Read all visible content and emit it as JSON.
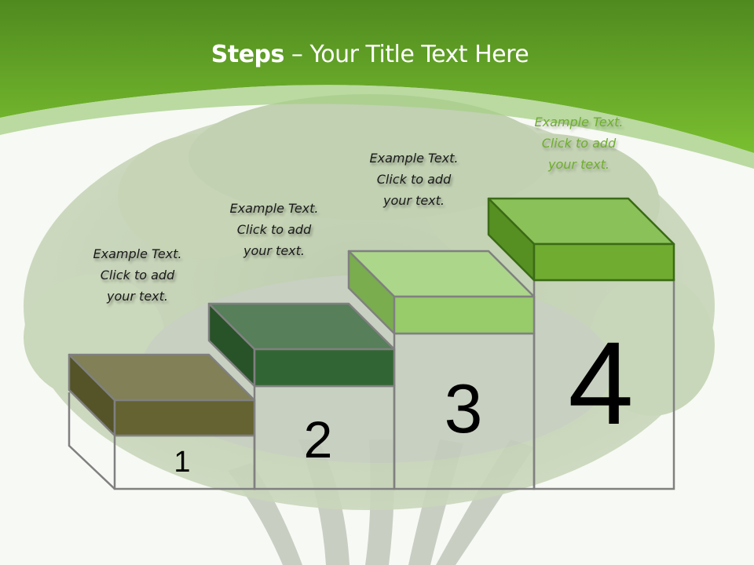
{
  "title": {
    "bold": "Steps",
    "rest": " – Your Title Text Here"
  },
  "steps": [
    {
      "number": "1",
      "caption": [
        "Example Text.",
        "Click  to add",
        "your text."
      ],
      "colors": {
        "top": "#818056",
        "front": "#646331",
        "side": "#545428",
        "stroke": "#808080"
      }
    },
    {
      "number": "2",
      "caption": [
        "Example Text.",
        "Click  to add",
        "your text."
      ],
      "colors": {
        "top": "#567f5a",
        "front": "#326534",
        "side": "#285228",
        "stroke": "#808080"
      }
    },
    {
      "number": "3",
      "caption": [
        "Example Text.",
        "Click  to add",
        "your text."
      ],
      "colors": {
        "top": "#acd68a",
        "front": "#98cb6a",
        "side": "#7aad4e",
        "stroke": "#808080"
      }
    },
    {
      "number": "4",
      "caption": [
        "Example Text.",
        "Click  to add",
        "your text."
      ],
      "colors": {
        "top": "#8bc159",
        "front": "#70ac30",
        "side": "#579022",
        "stroke": "#3b6b16"
      }
    }
  ],
  "theme": {
    "banner_top": "#4f8a1f",
    "banner_bottom": "#78be2e",
    "outline": "#808080",
    "caption4_color": "#6fae2e"
  }
}
